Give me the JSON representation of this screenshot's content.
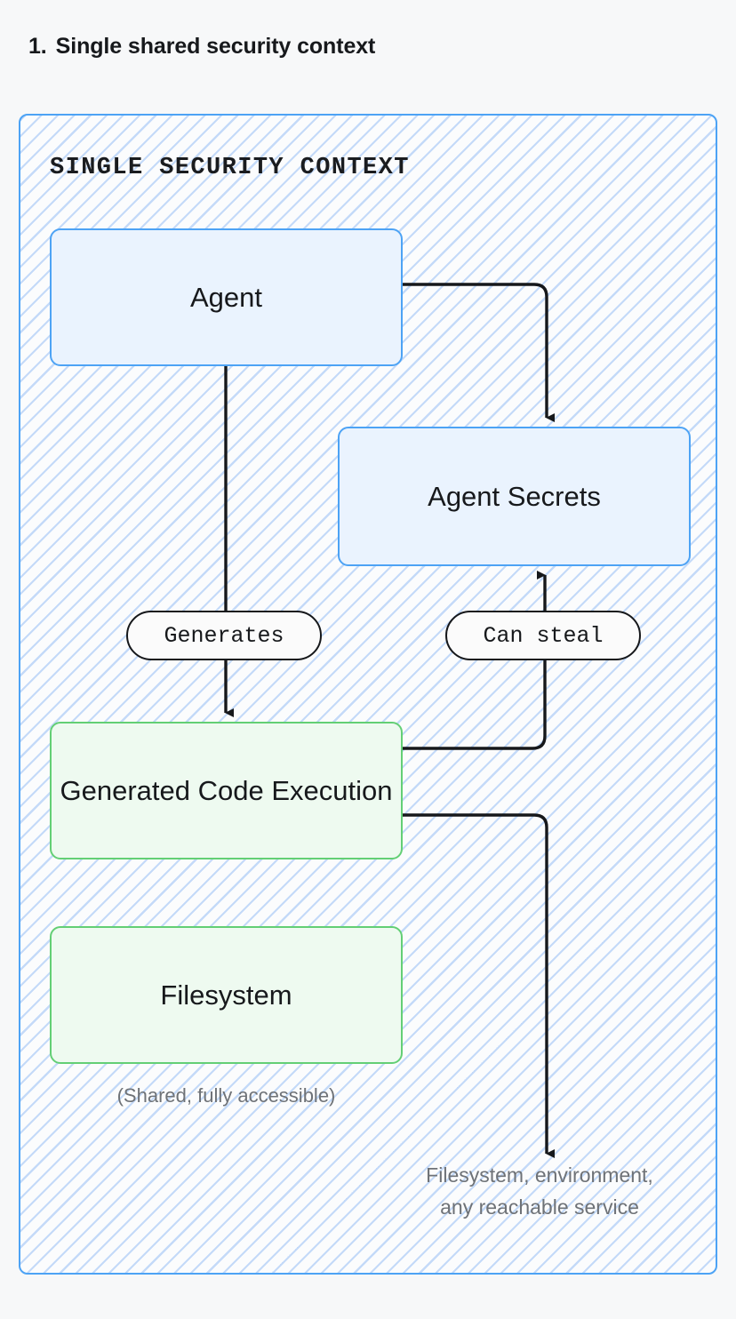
{
  "page": {
    "title_number": "1.",
    "title_text": "Single shared security context",
    "background": "#f7f8f9"
  },
  "diagram": {
    "type": "flow-diagram",
    "container": {
      "label": "SINGLE SECURITY CONTEXT",
      "border_color": "#4da3f5",
      "fill": "hatched-diagonal-light-blue"
    },
    "nodes": [
      {
        "id": "agent",
        "label": "Agent",
        "color": "blue",
        "fill": "#eaf3fe",
        "border": "#4da3f5"
      },
      {
        "id": "agent-secrets",
        "label": "Agent Secrets",
        "color": "blue",
        "fill": "#eaf3fe",
        "border": "#4da3f5"
      },
      {
        "id": "code-exec",
        "label": "Generated Code Execution",
        "color": "green",
        "fill": "#eefaf0",
        "border": "#63cf75"
      },
      {
        "id": "filesystem",
        "label": "Filesystem",
        "color": "green",
        "fill": "#eefaf0",
        "border": "#63cf75"
      }
    ],
    "edges": [
      {
        "id": "agent-to-secrets",
        "from": "agent",
        "to": "agent-secrets",
        "label": ""
      },
      {
        "id": "agent-to-code",
        "from": "agent",
        "to": "code-exec",
        "label": "Generates"
      },
      {
        "id": "code-to-secrets",
        "from": "code-exec",
        "to": "agent-secrets",
        "label": "Can steal"
      },
      {
        "id": "code-to-external",
        "from": "code-exec",
        "to": "external",
        "label": ""
      }
    ],
    "captions": {
      "shared": "(Shared, fully accessible)",
      "external_line1": "Filesystem, environment,",
      "external_line2": "any reachable service"
    }
  }
}
